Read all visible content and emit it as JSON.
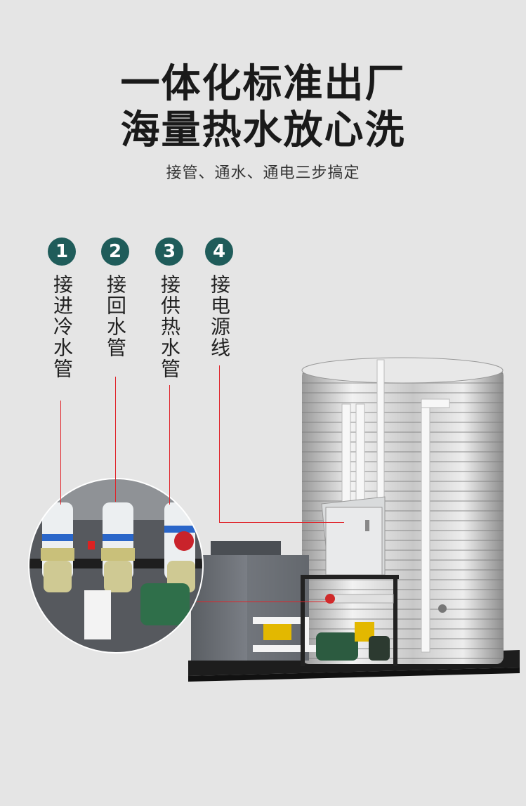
{
  "headline": {
    "line1": "一体化标准出厂",
    "line2": "海量热水放心洗"
  },
  "subtitle": "接管、通水、通电三步搞定",
  "steps": [
    {
      "number": "1",
      "label": "接进冷水管"
    },
    {
      "number": "2",
      "label": "接回水管"
    },
    {
      "number": "3",
      "label": "接供热水管"
    },
    {
      "number": "4",
      "label": "接电源线"
    }
  ],
  "colors": {
    "background": "#e5e5e5",
    "step_badge": "#1f5c5a",
    "leader_line": "#e0242a",
    "headline": "#1a1a1a"
  }
}
